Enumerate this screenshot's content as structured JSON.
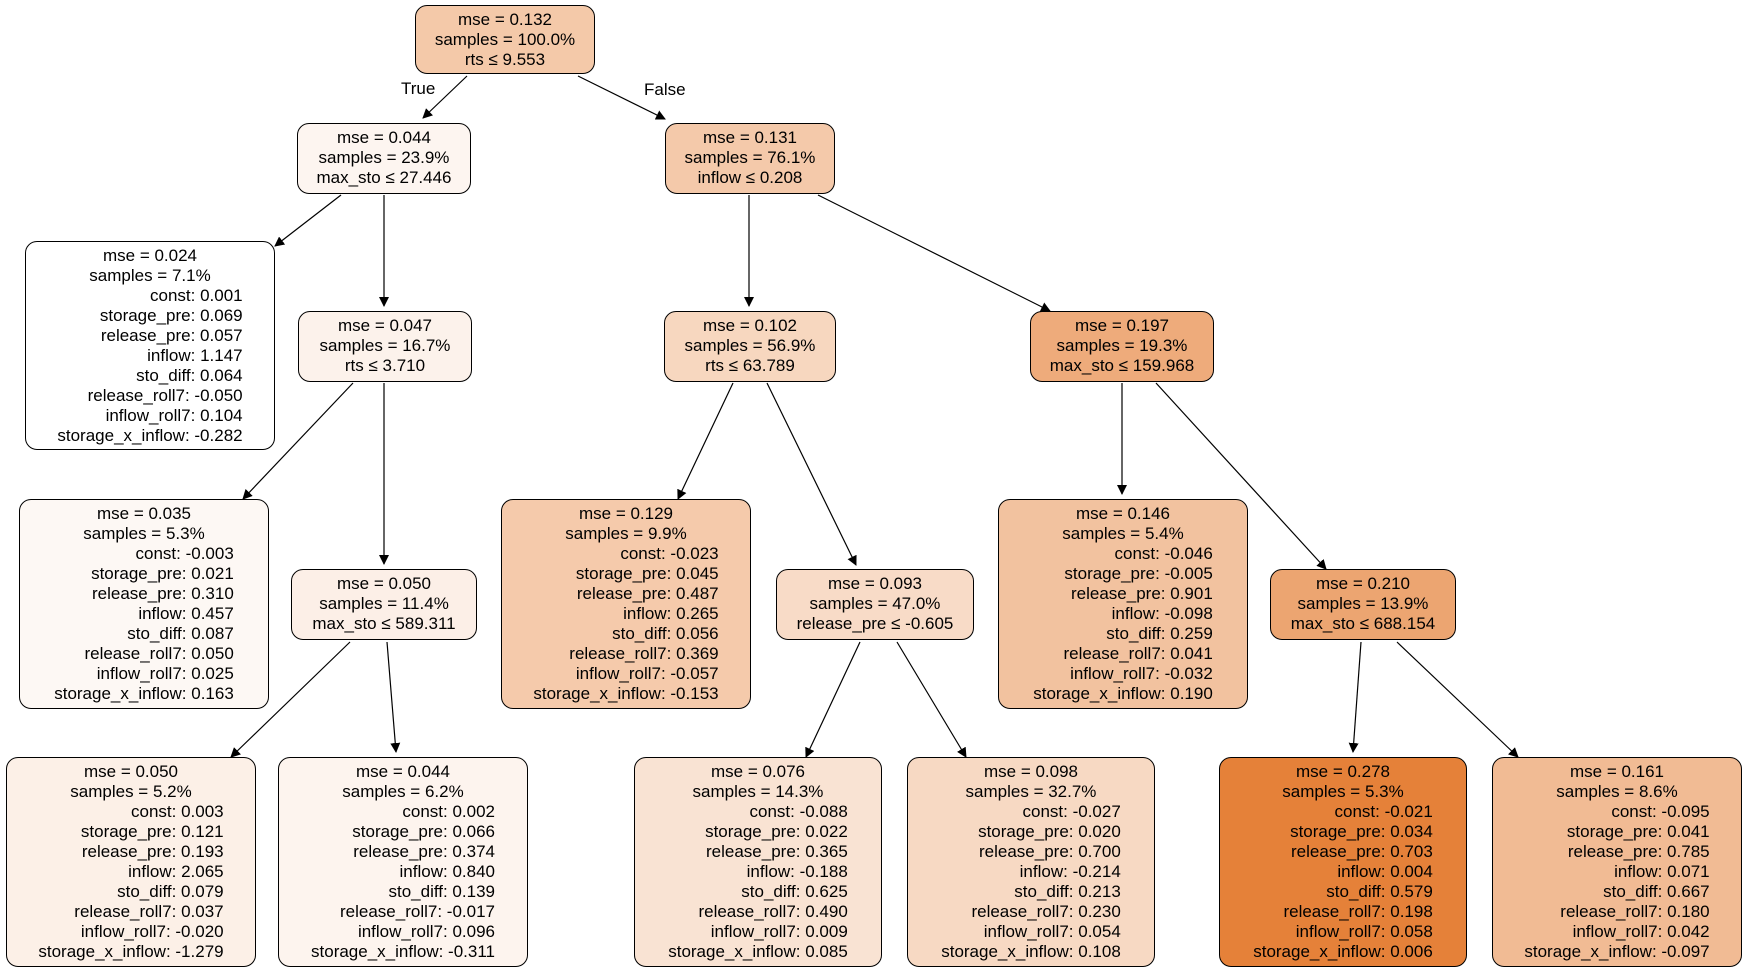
{
  "edge_labels": {
    "true_label": "True",
    "false_label": "False"
  },
  "nodes": [
    {
      "id": "n0",
      "mse": "mse = 0.132",
      "samples": "samples = 100.0%",
      "split": "rts ≤ 9.553",
      "fill": "#f4c9a9"
    },
    {
      "id": "n1",
      "mse": "mse = 0.044",
      "samples": "samples = 23.9%",
      "split": "max_sto ≤ 27.446",
      "fill": "#fdf5f0"
    },
    {
      "id": "n2",
      "mse": "mse = 0.024",
      "samples": "samples = 7.1%",
      "fill": "#ffffff",
      "features": [
        "const: 0.001",
        "storage_pre: 0.069",
        "release_pre: 0.057",
        "inflow: 1.147",
        "sto_diff: 0.064",
        "release_roll7: -0.050",
        "inflow_roll7: 0.104",
        "storage_x_inflow: -0.282"
      ]
    },
    {
      "id": "n3",
      "mse": "mse = 0.047",
      "samples": "samples = 16.7%",
      "split": "rts ≤ 3.710",
      "fill": "#fcf2eb"
    },
    {
      "id": "n4",
      "mse": "mse = 0.035",
      "samples": "samples = 5.3%",
      "fill": "#fdf8f4",
      "features": [
        "const: -0.003",
        "storage_pre: 0.021",
        "release_pre: 0.310",
        "inflow: 0.457",
        "sto_diff: 0.087",
        "release_roll7: 0.050",
        "inflow_roll7: 0.025",
        "storage_x_inflow: 0.163"
      ]
    },
    {
      "id": "n5",
      "mse": "mse = 0.050",
      "samples": "samples = 11.4%",
      "split": "max_sto ≤ 589.311",
      "fill": "#fcefe7"
    },
    {
      "id": "n6",
      "mse": "mse = 0.050",
      "samples": "samples = 5.2%",
      "fill": "#fcf0e7",
      "features": [
        "const: 0.003",
        "storage_pre: 0.121",
        "release_pre: 0.193",
        "inflow: 2.065",
        "sto_diff: 0.079",
        "release_roll7: 0.037",
        "inflow_roll7: -0.020",
        "storage_x_inflow: -1.279"
      ]
    },
    {
      "id": "n7",
      "mse": "mse = 0.044",
      "samples": "samples = 6.2%",
      "fill": "#fdf4ee",
      "features": [
        "const: 0.002",
        "storage_pre: 0.066",
        "release_pre: 0.374",
        "inflow: 0.840",
        "sto_diff: 0.139",
        "release_roll7: -0.017",
        "inflow_roll7: 0.096",
        "storage_x_inflow: -0.311"
      ]
    },
    {
      "id": "n8",
      "mse": "mse = 0.131",
      "samples": "samples = 76.1%",
      "split": "inflow ≤ 0.208",
      "fill": "#f4c9aa"
    },
    {
      "id": "n9",
      "mse": "mse = 0.102",
      "samples": "samples = 56.9%",
      "split": "rts ≤ 63.789",
      "fill": "#f7d7bf"
    },
    {
      "id": "n10",
      "mse": "mse = 0.129",
      "samples": "samples = 9.9%",
      "fill": "#f5caab",
      "features": [
        "const: -0.023",
        "storage_pre: 0.045",
        "release_pre: 0.487",
        "inflow: 0.265",
        "sto_diff: 0.056",
        "release_roll7: 0.369",
        "inflow_roll7: -0.057",
        "storage_x_inflow: -0.153"
      ]
    },
    {
      "id": "n11",
      "mse": "mse = 0.093",
      "samples": "samples = 47.0%",
      "split": "release_pre ≤ -0.605",
      "fill": "#f8dbc7"
    },
    {
      "id": "n12",
      "mse": "mse = 0.076",
      "samples": "samples = 14.3%",
      "fill": "#f9e3d3",
      "features": [
        "const: -0.088",
        "storage_pre: 0.022",
        "release_pre: 0.365",
        "inflow: -0.188",
        "sto_diff: 0.625",
        "release_roll7: 0.490",
        "inflow_roll7: 0.009",
        "storage_x_inflow: 0.085"
      ]
    },
    {
      "id": "n13",
      "mse": "mse = 0.098",
      "samples": "samples = 32.7%",
      "fill": "#f7d9c3",
      "features": [
        "const: -0.027",
        "storage_pre: 0.020",
        "release_pre: 0.700",
        "inflow: -0.214",
        "sto_diff: 0.213",
        "release_roll7: 0.230",
        "inflow_roll7: 0.054",
        "storage_x_inflow: 0.108"
      ]
    },
    {
      "id": "n14",
      "mse": "mse = 0.197",
      "samples": "samples = 19.3%",
      "split": "max_sto ≤ 159.968",
      "fill": "#eeab7b"
    },
    {
      "id": "n15",
      "mse": "mse = 0.146",
      "samples": "samples = 5.4%",
      "fill": "#f2c29f",
      "features": [
        "const: -0.046",
        "storage_pre: -0.005",
        "release_pre: 0.901",
        "inflow: -0.098",
        "sto_diff: 0.259",
        "release_roll7: 0.041",
        "inflow_roll7: -0.032",
        "storage_x_inflow: 0.190"
      ]
    },
    {
      "id": "n16",
      "mse": "mse = 0.210",
      "samples": "samples = 13.9%",
      "split": "max_sto ≤ 688.154",
      "fill": "#eca571"
    },
    {
      "id": "n17",
      "mse": "mse = 0.278",
      "samples": "samples = 5.3%",
      "fill": "#e58139",
      "features": [
        "const: -0.021",
        "storage_pre: 0.034",
        "release_pre: 0.703",
        "inflow: 0.004",
        "sto_diff: 0.579",
        "release_roll7: 0.198",
        "inflow_roll7: 0.058",
        "storage_x_inflow: 0.006"
      ]
    },
    {
      "id": "n18",
      "mse": "mse = 0.161",
      "samples": "samples = 8.6%",
      "fill": "#f1bb94",
      "features": [
        "const: -0.095",
        "storage_pre: 0.041",
        "release_pre: 0.785",
        "inflow: 0.071",
        "sto_diff: 0.667",
        "release_roll7: 0.180",
        "inflow_roll7: 0.042",
        "storage_x_inflow: -0.097"
      ]
    }
  ],
  "edges": [
    {
      "from": "n0",
      "to": "n1"
    },
    {
      "from": "n0",
      "to": "n8"
    },
    {
      "from": "n1",
      "to": "n2"
    },
    {
      "from": "n1",
      "to": "n3"
    },
    {
      "from": "n3",
      "to": "n4"
    },
    {
      "from": "n3",
      "to": "n5"
    },
    {
      "from": "n5",
      "to": "n6"
    },
    {
      "from": "n5",
      "to": "n7"
    },
    {
      "from": "n8",
      "to": "n9"
    },
    {
      "from": "n8",
      "to": "n14"
    },
    {
      "from": "n9",
      "to": "n10"
    },
    {
      "from": "n9",
      "to": "n11"
    },
    {
      "from": "n11",
      "to": "n12"
    },
    {
      "from": "n11",
      "to": "n13"
    },
    {
      "from": "n14",
      "to": "n15"
    },
    {
      "from": "n14",
      "to": "n16"
    },
    {
      "from": "n16",
      "to": "n17"
    },
    {
      "from": "n16",
      "to": "n18"
    }
  ]
}
